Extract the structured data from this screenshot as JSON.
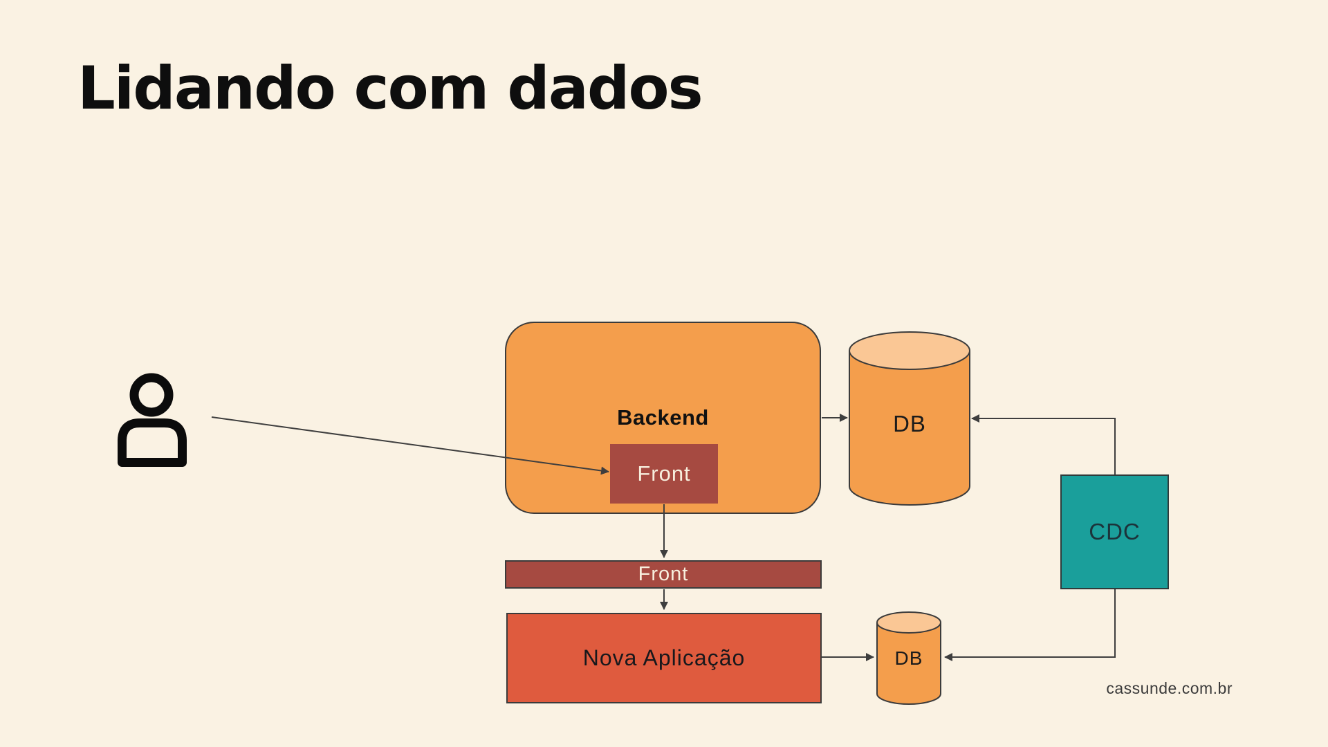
{
  "slide": {
    "title": "Lidando com dados",
    "footer": "cassunde.com.br"
  },
  "colors": {
    "background": "#FAF2E3",
    "orange": "#F49E4C",
    "orange_light": "#FAC795",
    "dark_red": "#A64A41",
    "red_orange": "#DF5B3E",
    "teal": "#1A9F9B",
    "outline": "#3B3B3B",
    "arrow": "#3E3E3E",
    "title_text": "#0E0E0E"
  },
  "icons": {
    "user": "person-icon"
  },
  "nodes": {
    "backend": {
      "label": "Backend"
    },
    "backend_front": {
      "label": "Front"
    },
    "front_bar": {
      "label": "Front"
    },
    "nova_aplicacao": {
      "label": "Nova Aplicação"
    },
    "db_main": {
      "label": "DB"
    },
    "db_nova": {
      "label": "DB"
    },
    "cdc": {
      "label": "CDC"
    }
  }
}
